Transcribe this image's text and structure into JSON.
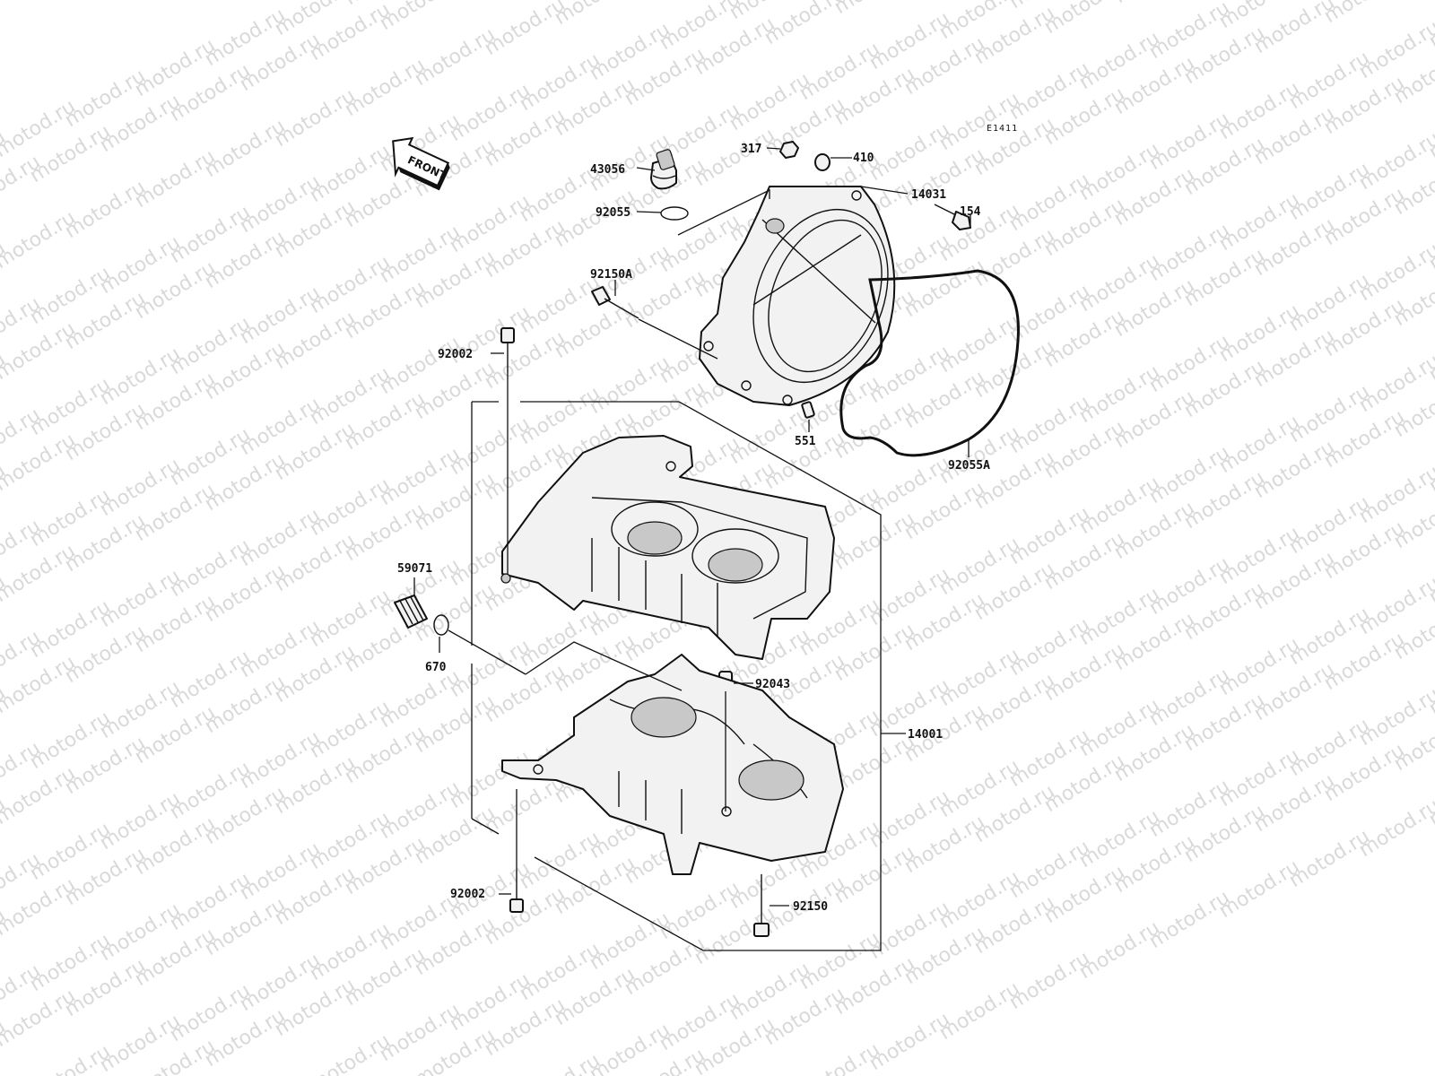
{
  "watermark": "motod.ru",
  "diagram_code": "E1411",
  "front_label": "FRONT",
  "parts": [
    {
      "id": "p-43056",
      "number": "43056"
    },
    {
      "id": "p-317",
      "number": "317"
    },
    {
      "id": "p-410",
      "number": "410"
    },
    {
      "id": "p-14031",
      "number": "14031"
    },
    {
      "id": "p-154",
      "number": "154"
    },
    {
      "id": "p-92055",
      "number": "92055"
    },
    {
      "id": "p-92150A",
      "number": "92150A"
    },
    {
      "id": "p-92002-top",
      "number": "92002"
    },
    {
      "id": "p-551",
      "number": "551"
    },
    {
      "id": "p-92055A",
      "number": "92055A"
    },
    {
      "id": "p-59071",
      "number": "59071"
    },
    {
      "id": "p-670",
      "number": "670"
    },
    {
      "id": "p-92043",
      "number": "92043"
    },
    {
      "id": "p-14001",
      "number": "14001"
    },
    {
      "id": "p-92002-bottom",
      "number": "92002"
    },
    {
      "id": "p-92150",
      "number": "92150"
    }
  ]
}
